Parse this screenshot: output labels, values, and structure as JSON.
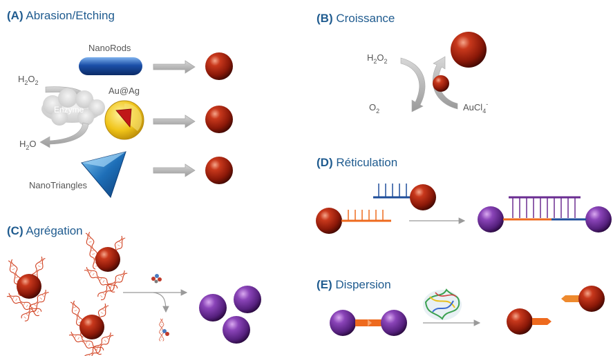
{
  "panels": {
    "a": {
      "letter": "(A)",
      "title": "Abrasion/Etching",
      "nanorods": "NanoRods",
      "auag": "Au@Ag",
      "nanotriangles": "NanoTriangles",
      "h2o2_base": "H",
      "h2o2_sub1": "2",
      "h2o2_mid": "O",
      "h2o2_sub2": "2",
      "h2o_base": "H",
      "h2o_sub": "2",
      "h2o_end": "O",
      "enzyme": "Enzyme"
    },
    "b": {
      "letter": "(B)",
      "title": "Croissance",
      "h2o2_base": "H",
      "h2o2_sub1": "2",
      "h2o2_mid": "O",
      "h2o2_sub2": "2",
      "o2_base": "O",
      "o2_sub": "2",
      "aucl_base": "AuCl",
      "aucl_sub": "4",
      "aucl_sup": "-"
    },
    "c": {
      "letter": "(C)",
      "title": "Agrégation"
    },
    "d": {
      "letter": "(D)",
      "title": "Réticulation"
    },
    "e": {
      "letter": "(E)",
      "title": "Dispersion"
    }
  },
  "colors": {
    "title": "#1f5b8f",
    "gold_np": "#a02010",
    "aggregated_np": "#6a2c91",
    "dna_blue": "#1f4e9a",
    "dna_orange": "#ee6a1e",
    "dna_purple": "#6a2c91",
    "arrow_gray": "#b5b5b5"
  }
}
